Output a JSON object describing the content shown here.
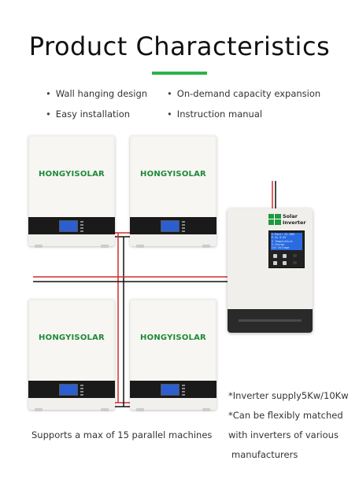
{
  "header": {
    "title": "Product Characteristics",
    "accent_color": "#2bb24c"
  },
  "features": [
    {
      "text": "Wall hanging design"
    },
    {
      "text": "On-demand capacity expansion"
    },
    {
      "text": "Easy installation"
    },
    {
      "text": "Instruction manual"
    }
  ],
  "bullet": "•",
  "batteries": {
    "brand": "HONGYISOLAR",
    "count": 4
  },
  "inverter": {
    "label_line1": "Solar",
    "label_line2": "Inverter",
    "lcd_lines": [
      "I.Pout: 22.3KW",
      "E.So   0.0V",
      "V Temperature",
      "V.Charge",
      "Cut Voltage"
    ]
  },
  "captions": {
    "parallel": "Supports a max of 15 parallel machines",
    "note1": "*Inverter supply5Kw/10Kw",
    "note2": "*Can be flexibly matched",
    "note3": "with inverters of various",
    "note4": "manufacturers"
  },
  "colors": {
    "brand_green": "#1e8a3a",
    "lcd_blue": "#2b5fd1",
    "wire_red": "#d42b2b",
    "wire_black": "#111111"
  }
}
